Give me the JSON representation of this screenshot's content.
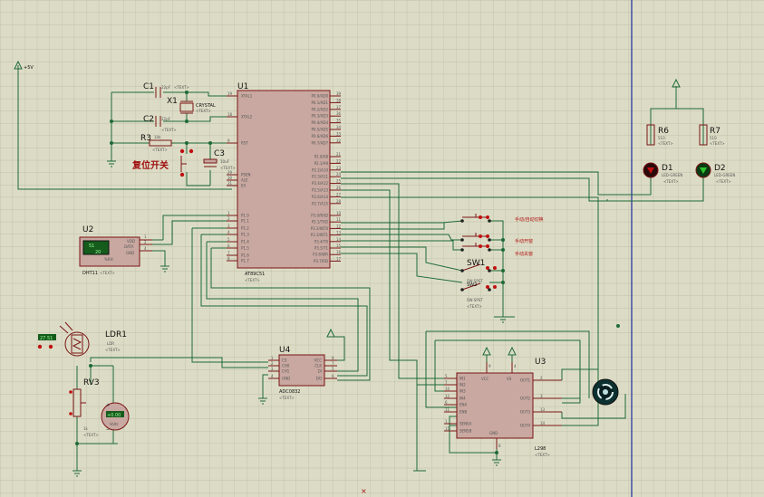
{
  "colors": {
    "background": "#dcdcc6",
    "grid": "#b8b8a0",
    "wire": "#1e6a36",
    "body": "#c8a8a0",
    "outline": "#7a1414",
    "blue_line": "#1c2a9a"
  },
  "text_placeholder": "<TEXT>",
  "power": {
    "vcc_label": "+5V"
  },
  "u1": {
    "ref": "U1",
    "part": "AT89C51",
    "left_pins": [
      {
        "name": "XTAL1",
        "num": "19"
      },
      {
        "name": "XTAL2",
        "num": "18"
      },
      {
        "name": "RST",
        "num": "9"
      },
      {
        "name": "PSEN",
        "num": "29"
      },
      {
        "name": "ALE",
        "num": "30"
      },
      {
        "name": "EA",
        "num": "31"
      },
      {
        "name": "P1.0",
        "num": "1"
      },
      {
        "name": "P1.1",
        "num": "2"
      },
      {
        "name": "P1.2",
        "num": "3"
      },
      {
        "name": "P1.3",
        "num": "4"
      },
      {
        "name": "P1.4",
        "num": "5"
      },
      {
        "name": "P1.5",
        "num": "6"
      },
      {
        "name": "P1.6",
        "num": "7"
      },
      {
        "name": "P1.7",
        "num": "8"
      }
    ],
    "right_pins": [
      {
        "name": "P0.0/AD0",
        "num": "39"
      },
      {
        "name": "P0.1/AD1",
        "num": "38"
      },
      {
        "name": "P0.2/AD2",
        "num": "37"
      },
      {
        "name": "P0.3/AD3",
        "num": "36"
      },
      {
        "name": "P0.4/AD4",
        "num": "35"
      },
      {
        "name": "P0.5/AD5",
        "num": "34"
      },
      {
        "name": "P0.6/AD6",
        "num": "33"
      },
      {
        "name": "P0.7/AD7",
        "num": "32"
      },
      {
        "name": "P2.0/A8",
        "num": "21"
      },
      {
        "name": "P2.1/A9",
        "num": "22"
      },
      {
        "name": "P2.2/A10",
        "num": "23"
      },
      {
        "name": "P2.3/A11",
        "num": "24"
      },
      {
        "name": "P2.4/A12",
        "num": "25"
      },
      {
        "name": "P2.5/A13",
        "num": "26"
      },
      {
        "name": "P2.6/A14",
        "num": "27"
      },
      {
        "name": "P2.7/A15",
        "num": "28"
      },
      {
        "name": "P3.0/RXD",
        "num": "10"
      },
      {
        "name": "P3.1/TXD",
        "num": "11"
      },
      {
        "name": "P3.2/INT0",
        "num": "12"
      },
      {
        "name": "P3.3/INT1",
        "num": "13"
      },
      {
        "name": "P3.4/T0",
        "num": "14"
      },
      {
        "name": "P3.5/T1",
        "num": "15"
      },
      {
        "name": "P3.6/WR",
        "num": "16"
      },
      {
        "name": "P3.7/RD",
        "num": "17"
      }
    ]
  },
  "caps": {
    "c1": {
      "ref": "C1",
      "value": "22pF"
    },
    "c2": {
      "ref": "C2",
      "value": "22pF"
    },
    "c3": {
      "ref": "C3",
      "value": "10uF"
    }
  },
  "x1": {
    "ref": "X1",
    "value": "CRYSTAL"
  },
  "r3": {
    "ref": "R3",
    "value": "10k"
  },
  "reset_label": "复位开关",
  "u2": {
    "ref": "U2",
    "part": "DHT11",
    "display": "51",
    "display2": "20",
    "rh": "%RH",
    "pins": [
      "VDD",
      "DATA",
      "GND"
    ],
    "pin_nums": [
      "1",
      "2",
      "4"
    ]
  },
  "ldr1": {
    "ref": "LDR1",
    "part": "LDR",
    "display": "27.51"
  },
  "rv3": {
    "ref": "RV3",
    "value": "1k"
  },
  "volts": {
    "label": "Volts",
    "display": "+0.00"
  },
  "u4": {
    "ref": "U4",
    "part": "ADC0832",
    "left_pins": [
      "CS",
      "CH0",
      "CH1",
      "GND"
    ],
    "left_nums": [
      "1",
      "2",
      "3",
      "4"
    ],
    "right_pins": [
      "VCC",
      "CLK",
      "DI",
      "DO"
    ],
    "right_nums": [
      "8",
      "7",
      "5",
      "6"
    ]
  },
  "u3": {
    "ref": "U3",
    "part": "L298",
    "left_pins": [
      "IN1",
      "IN2",
      "IN3",
      "IN4",
      "ENA",
      "ENB",
      "SENSA",
      "SENSB"
    ],
    "left_nums": [
      "5",
      "7",
      "10",
      "12",
      "6",
      "11",
      "1",
      "15"
    ],
    "right_pins": [
      "OUT1",
      "OUT2",
      "OUT3",
      "OUT4"
    ],
    "right_nums": [
      "2",
      "3",
      "13",
      "14"
    ],
    "top_pins": [
      "VCC",
      "VS"
    ],
    "top_nums": [
      "9",
      "4"
    ],
    "bottom_pin": "GND",
    "bottom_num": "8"
  },
  "r6": {
    "ref": "R6",
    "value": "510"
  },
  "r7": {
    "ref": "R7",
    "value": "510"
  },
  "d1": {
    "ref": "D1",
    "part": "LED-GREEN"
  },
  "d2": {
    "ref": "D2",
    "part": "LED-GREEN"
  },
  "switches": {
    "btn1": "手动/自动切换",
    "btn2": "手动开窗",
    "btn3": "手动关窗",
    "sw1": "SW1",
    "sw1_part": "SW-SPST",
    "sw2": "SW2",
    "sw2_part": "SW-SPST"
  },
  "marker": "×"
}
